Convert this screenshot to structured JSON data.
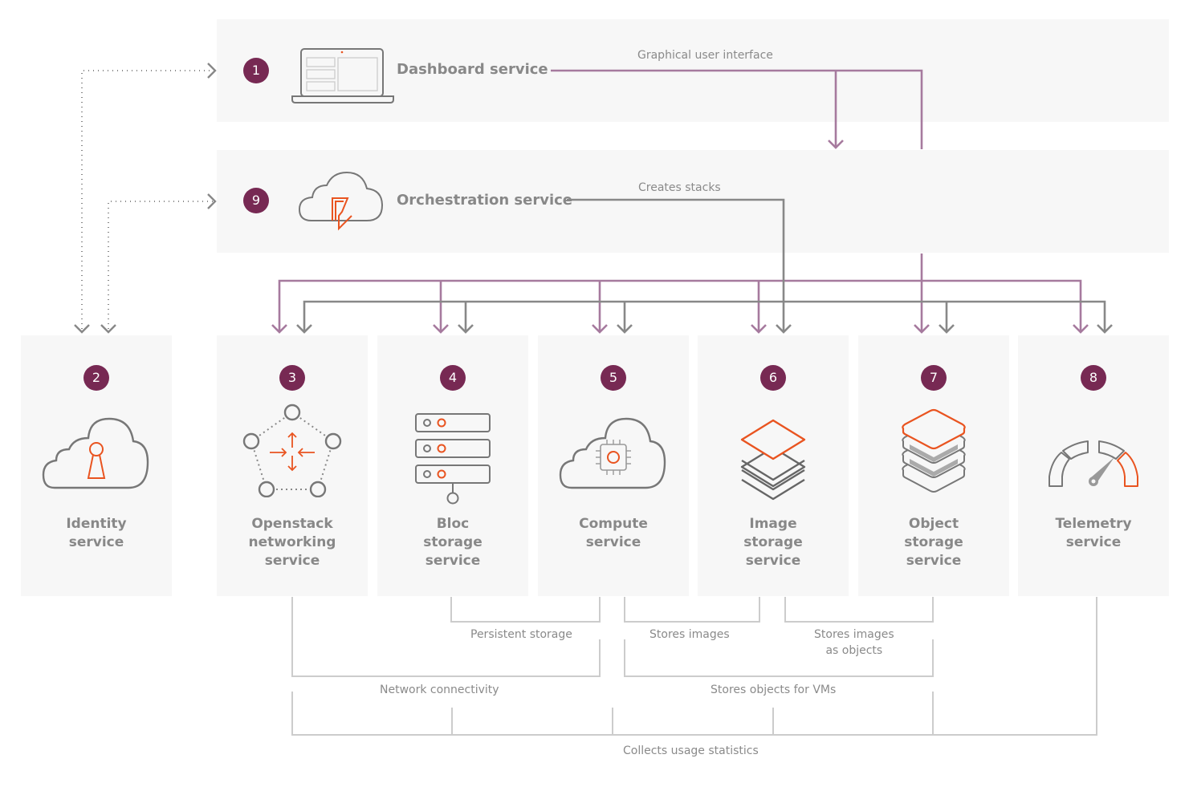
{
  "colors": {
    "badge": "#772953",
    "purple_line": "#a67a9e",
    "gray_line": "#888888",
    "light_line": "#cccccc",
    "accent_orange": "#e95420",
    "panel_bg": "#f7f7f7"
  },
  "top_services": [
    {
      "number": "1",
      "title": "Dashboard service",
      "icon": "laptop-icon",
      "connector_label": "Graphical user interface"
    },
    {
      "number": "9",
      "title": "Orchestration service",
      "icon": "cloud-flag-icon",
      "connector_label": "Creates stacks"
    }
  ],
  "cards": [
    {
      "number": "2",
      "title": [
        "Identity",
        "service"
      ],
      "icon": "cloud-keyhole-icon"
    },
    {
      "number": "3",
      "title": [
        "Openstack",
        "networking",
        "service"
      ],
      "icon": "network-pentagon-icon"
    },
    {
      "number": "4",
      "title": [
        "Bloc",
        "storage",
        "service"
      ],
      "icon": "server-rack-icon"
    },
    {
      "number": "5",
      "title": [
        "Compute",
        "service"
      ],
      "icon": "cloud-chip-icon"
    },
    {
      "number": "6",
      "title": [
        "Image",
        "storage",
        "service"
      ],
      "icon": "stacked-layers-icon"
    },
    {
      "number": "7",
      "title": [
        "Object",
        "storage",
        "service"
      ],
      "icon": "stacked-disks-icon"
    },
    {
      "number": "8",
      "title": [
        "Telemetry",
        "service"
      ],
      "icon": "gauge-icon"
    }
  ],
  "bottom_labels": {
    "persistent_storage": "Persistent storage",
    "stores_images": "Stores images",
    "stores_images_as_objects": [
      "Stores images",
      "as objects"
    ],
    "network_connectivity": "Network connectivity",
    "stores_objects_for_vms": "Stores objects for VMs",
    "collects_usage_statistics": "Collects usage statistics"
  }
}
